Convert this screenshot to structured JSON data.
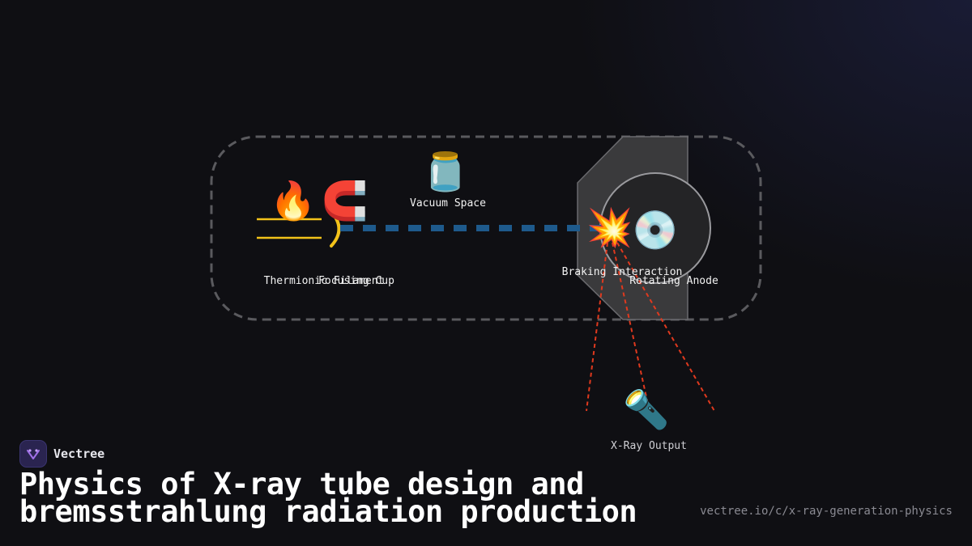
{
  "diagram": {
    "components": {
      "filament": {
        "label": "Thermionic Filament",
        "icon": "fire-icon",
        "glyph": "🔥"
      },
      "focusing_cup": {
        "label": "Focusing Cup",
        "icon": "magnet-icon",
        "glyph": "🧲"
      },
      "vacuum": {
        "label": "Vacuum Space",
        "icon": "jar-icon",
        "glyph": "🫙"
      },
      "interaction": {
        "label": "Braking Interaction",
        "icon": "collision-icon",
        "glyph": "💥"
      },
      "anode": {
        "label": "Rotating Anode",
        "icon": "disc-icon",
        "glyph": "💿"
      },
      "output": {
        "label": "X-Ray Output",
        "icon": "flashlight-icon",
        "glyph": "🔦"
      }
    },
    "colors": {
      "electron_beam": "#1e5a8c",
      "xray_rays": "#e0391e",
      "filament_wire": "#f2c21a",
      "tube_envelope": "#5a5a5e",
      "anode_housing": "#3a3a3c"
    }
  },
  "brand": {
    "name": "Vectree",
    "icon": "vectree-logo-icon"
  },
  "title": "Physics of X-ray tube design and bremsstrahlung radiation production",
  "url": "vectree.io/c/x-ray-generation-physics"
}
